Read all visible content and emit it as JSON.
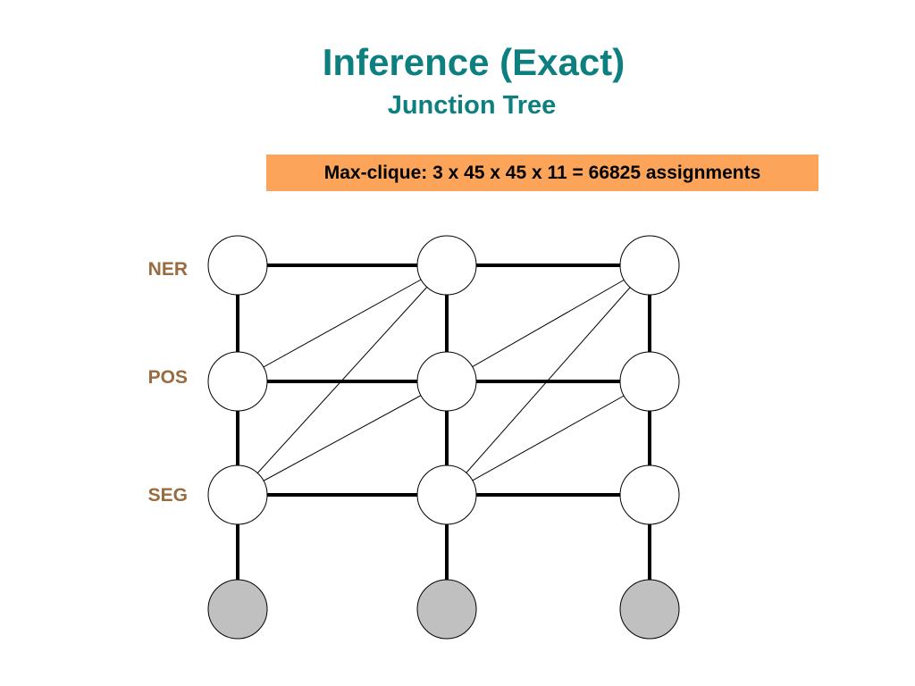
{
  "header": {
    "title": "Inference (Exact)",
    "subtitle": "Junction Tree"
  },
  "callout": {
    "text": "Max-clique: 3 x 45 x 45 x 11 = 66825 assignments",
    "color": "#fca55a"
  },
  "rows": [
    {
      "label": "NER"
    },
    {
      "label": "POS"
    },
    {
      "label": "SEG"
    }
  ],
  "colors": {
    "title": "#0e7f7f",
    "row_label": "#9a6b3e",
    "observed_node": "#c0c0c0",
    "hidden_node": "#ffffff"
  }
}
